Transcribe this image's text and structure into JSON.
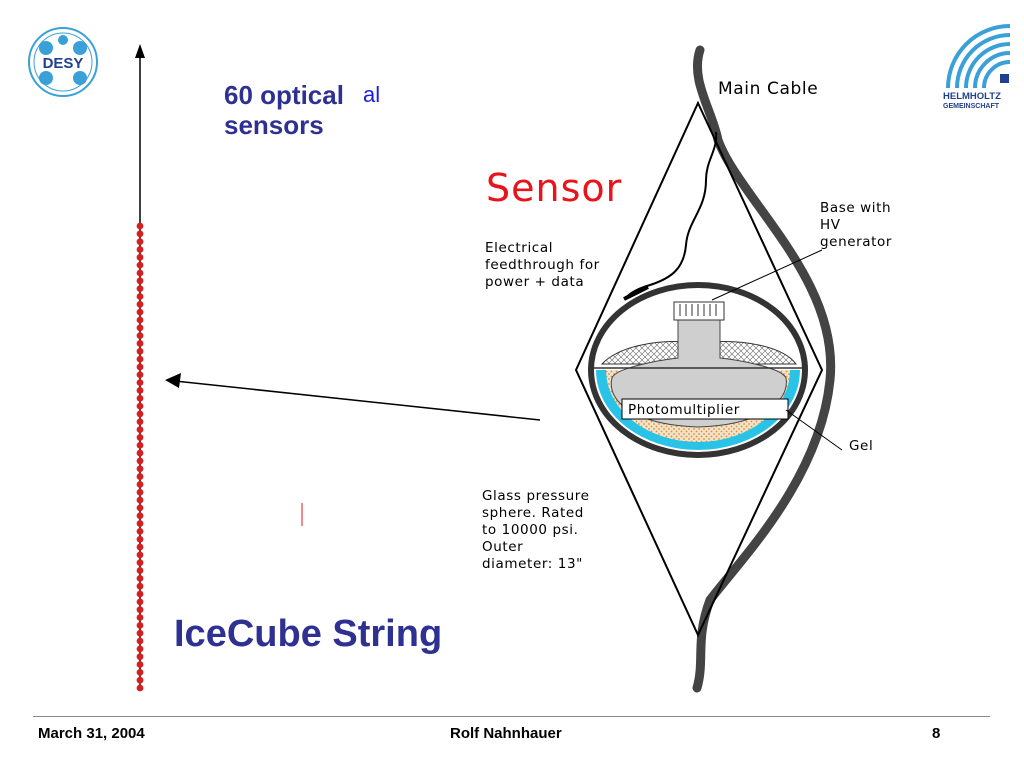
{
  "logos": {
    "left_text": "DESY",
    "right_line1": "HELMHOLTZ",
    "right_line2": "GEMEINSCHAFT",
    "blue": "#3aa0d8",
    "navy": "#1f3f8f"
  },
  "string_diagram": {
    "heading_line1": "60 optical",
    "heading_line2": "sensors",
    "heading_fragment": "al",
    "caption": "IceCube String",
    "sensor_count": 60,
    "sensor_color": "#d42020"
  },
  "sensor_diagram": {
    "title": "Sensor",
    "main_cable_label": "Main Cable",
    "base_label": "Base with\nHV\ngenerator",
    "feedthrough_label": "Electrical\nfeedthrough for\npower + data",
    "pmt_label": "Photomultiplier",
    "gel_label": "Gel",
    "sphere_label": "Glass pressure\nsphere. Rated\nto 10000 psi.\nOuter\ndiameter: 13\"",
    "gel_color": "#29c3e8",
    "title_color": "#e8141c"
  },
  "footer": {
    "date": "March 31, 2004",
    "author": "Rolf Nahnhauer",
    "page": "8"
  }
}
